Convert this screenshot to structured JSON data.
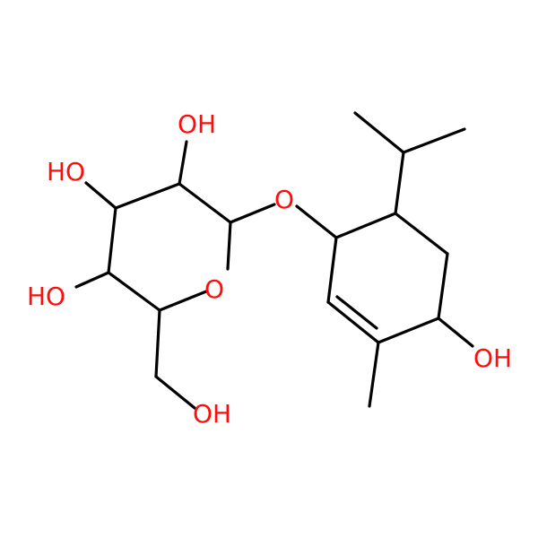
{
  "atom_color": "#ff0d0d",
  "bond_color": "#000000",
  "background": "#ffffff",
  "labels": {
    "oh_top": "OH",
    "oh_left_upper": "HO",
    "oh_left_lower": "HO",
    "ring_oxygen": "O",
    "glycosidic_oxygen": "O",
    "oh_bottom": "OH",
    "oh_right": "OH"
  }
}
